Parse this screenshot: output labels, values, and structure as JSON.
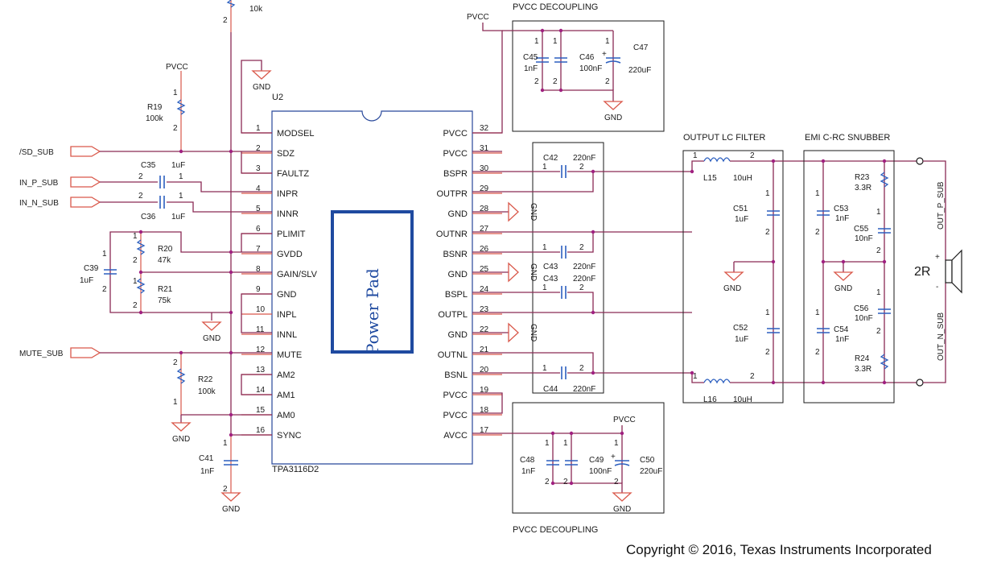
{
  "ic": {
    "ref": "U2",
    "part": "TPA3116D2",
    "pad": "Power Pad",
    "left_pins": [
      {
        "num": "1",
        "name": "MODSEL"
      },
      {
        "num": "2",
        "name": "SDZ"
      },
      {
        "num": "3",
        "name": "FAULTZ"
      },
      {
        "num": "4",
        "name": "INPR"
      },
      {
        "num": "5",
        "name": "INNR"
      },
      {
        "num": "6",
        "name": "PLIMIT"
      },
      {
        "num": "7",
        "name": "GVDD"
      },
      {
        "num": "8",
        "name": "GAIN/SLV"
      },
      {
        "num": "9",
        "name": "GND"
      },
      {
        "num": "10",
        "name": "INPL"
      },
      {
        "num": "11",
        "name": "INNL"
      },
      {
        "num": "12",
        "name": "MUTE"
      },
      {
        "num": "13",
        "name": "AM2"
      },
      {
        "num": "14",
        "name": "AM1"
      },
      {
        "num": "15",
        "name": "AM0"
      },
      {
        "num": "16",
        "name": "SYNC"
      }
    ],
    "right_pins": [
      {
        "num": "32",
        "name": "PVCC"
      },
      {
        "num": "31",
        "name": "PVCC"
      },
      {
        "num": "30",
        "name": "BSPR"
      },
      {
        "num": "29",
        "name": "OUTPR"
      },
      {
        "num": "28",
        "name": "GND"
      },
      {
        "num": "27",
        "name": "OUTNR"
      },
      {
        "num": "26",
        "name": "BSNR"
      },
      {
        "num": "25",
        "name": "GND"
      },
      {
        "num": "24",
        "name": "BSPL"
      },
      {
        "num": "23",
        "name": "OUTPL"
      },
      {
        "num": "22",
        "name": "GND"
      },
      {
        "num": "21",
        "name": "OUTNL"
      },
      {
        "num": "20",
        "name": "BSNL"
      },
      {
        "num": "19",
        "name": "PVCC"
      },
      {
        "num": "18",
        "name": "PVCC"
      },
      {
        "num": "17",
        "name": "AVCC"
      }
    ]
  },
  "ports": {
    "sd": "/SD_SUB",
    "in_p": "IN_P_SUB",
    "in_n": "IN_N_SUB",
    "mute": "MUTE_SUB",
    "out_p": "OUT_P_SUB",
    "out_n": "OUT_N_SUB"
  },
  "nets": {
    "pvcc": "PVCC",
    "gnd": "GND",
    "gnd_vertical": "GND",
    "pin1": "1",
    "pin2": "2"
  },
  "headers": {
    "pvcc_decoupling_top": "PVCC DECOUPLING",
    "pvcc_decoupling_bottom": "PVCC DECOUPLING",
    "lc_filter": "OUTPUT LC FILTER",
    "snubber": "EMI C-RC SNUBBER"
  },
  "components": {
    "r_top_value": "10k",
    "r19": {
      "ref": "R19",
      "value": "100k"
    },
    "c35": {
      "ref": "C35",
      "value": "1uF"
    },
    "c36": {
      "ref": "C36",
      "value": "1uF"
    },
    "c39": {
      "ref": "C39",
      "value": "1uF"
    },
    "r20": {
      "ref": "R20",
      "value": "47k"
    },
    "r21": {
      "ref": "R21",
      "value": "75k"
    },
    "r22": {
      "ref": "R22",
      "value": "100k"
    },
    "c41": {
      "ref": "C41",
      "value": "1nF"
    },
    "c45": {
      "ref": "C45",
      "value": "1nF"
    },
    "c46": {
      "ref": "C46",
      "value": "100nF"
    },
    "c47": {
      "ref": "C47",
      "value": "220uF"
    },
    "c42": {
      "ref": "C42",
      "value": "220nF"
    },
    "c43a": {
      "ref": "C43",
      "value": "220nF"
    },
    "c43b": {
      "ref": "C43",
      "value": "220nF"
    },
    "c44": {
      "ref": "C44",
      "value": "220nF"
    },
    "c48": {
      "ref": "C48",
      "value": "1nF"
    },
    "c49": {
      "ref": "C49",
      "value": "100nF"
    },
    "c50": {
      "ref": "C50",
      "value": "220uF"
    },
    "l15": {
      "ref": "L15",
      "value": "10uH"
    },
    "l16": {
      "ref": "L16",
      "value": "10uH"
    },
    "c51": {
      "ref": "C51",
      "value": "1uF"
    },
    "c52": {
      "ref": "C52",
      "value": "1uF"
    },
    "c53": {
      "ref": "C53",
      "value": "1nF"
    },
    "c54": {
      "ref": "C54",
      "value": "1nF"
    },
    "c55": {
      "ref": "C55",
      "value": "10nF"
    },
    "c56": {
      "ref": "C56",
      "value": "10nF"
    },
    "r23": {
      "ref": "R23",
      "value": "3.3R"
    },
    "r24": {
      "ref": "R24",
      "value": "3.3R"
    }
  },
  "speaker": {
    "label": "2R",
    "plus": "+",
    "minus": "-"
  },
  "copyright": "Copyright © 2016, Texas Instruments Incorporated"
}
